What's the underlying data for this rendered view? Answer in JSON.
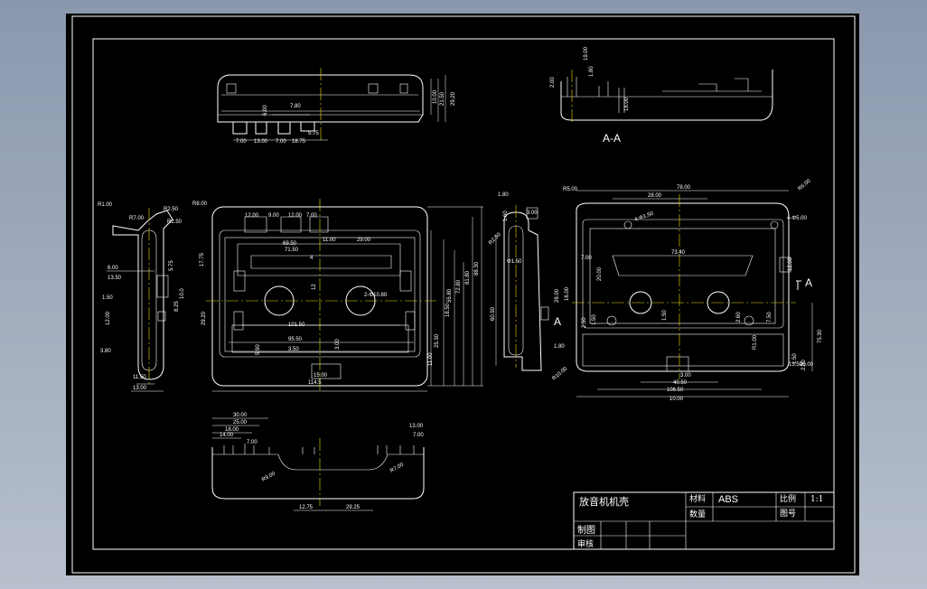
{
  "title_block": {
    "part_name": "放音机机壳",
    "material_label": "材料",
    "material_value": "ABS",
    "scale_label": "比例",
    "scale_value": "1:1",
    "quantity_label": "数量",
    "drawing_no_label": "图号",
    "drawn_label": "制图",
    "checked_label": "审核"
  },
  "section_label": "A-A",
  "section_arrow": "A",
  "section_arrow_left": "A",
  "dims": {
    "top": [
      "7.80",
      "6.00",
      "7.00",
      "13.00",
      "7.00",
      "18.75",
      "5.75",
      "10.00",
      "21.50",
      "29.20"
    ],
    "front": [
      "R8.00",
      "12.00",
      "9.00",
      "12.00",
      "7.00",
      "69.50",
      "71.50",
      "11.00",
      "29.00",
      "4",
      "17.75",
      "2-Φ10.80",
      "101.50",
      "95.50",
      "3.50",
      "5.90",
      "3.00",
      "15.00",
      "114.5",
      "29.20",
      "25.30",
      "18.50",
      "55.80",
      "72.80",
      "81.80",
      "88.30",
      "12",
      "11.00"
    ],
    "left": [
      "R1.00",
      "R7.00",
      "R2.50",
      "R2.50",
      "6.00",
      "13.50",
      "1.50",
      "12.00",
      "3.80",
      "11.50",
      "13.00",
      "5.75",
      "8.25",
      "10.0"
    ],
    "right_side": [
      "1.80",
      "1.60",
      "3.00",
      "R2.50",
      "Φ1.50",
      "60.50"
    ],
    "right": [
      "R5.00",
      "78.00",
      "28.00",
      "4-Φ1.50",
      "R6.00",
      "4-Φ5.00",
      "73.40",
      "7.00",
      "20.00",
      "28.00",
      "16.00",
      "2.50",
      "1.50",
      "1.50",
      "1.80",
      "3.00",
      "40.50",
      "75.30",
      "106.50",
      "10.00",
      "2.80",
      "1.50",
      "2.60",
      "7.50",
      "R1.00",
      "12.00",
      "13.50",
      "20.00",
      "R10.00"
    ],
    "bottom": [
      "30.00",
      "25.00",
      "18.00",
      "14.00",
      "7.00",
      "13.00",
      "7.00",
      "R9.00",
      "R7.00",
      "12.75",
      "29.25"
    ],
    "section": [
      "2.00",
      "19.00",
      "1.80",
      "18.00"
    ]
  }
}
